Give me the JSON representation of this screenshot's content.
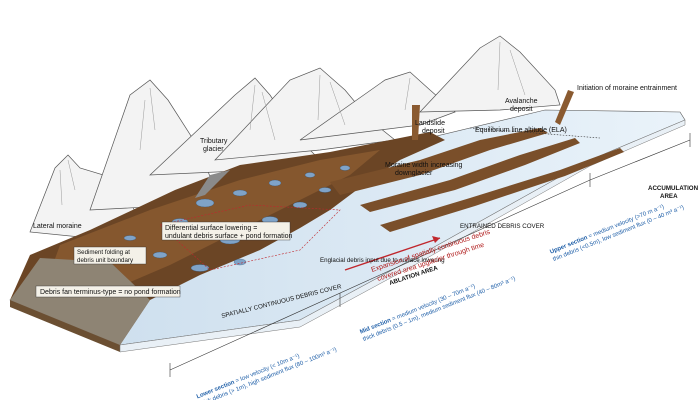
{
  "labels": {
    "lateral_moraine": "Lateral moraine",
    "tributary_glacier_1": "Tributary",
    "tributary_glacier_2": "glacier",
    "landslide_1": "Landslide",
    "landslide_2": "deposit",
    "avalanche_1": "Avalanche",
    "avalanche_2": "deposit",
    "initiation_moraine": "Initiation of moraine entrainment",
    "ela": "Equilibrium line altitude (ELA)",
    "moraine_width_1": "Moraine width increasing",
    "moraine_width_2": "downglacier",
    "differential_1": "Differential surface lowering =",
    "differential_2": "undulant debris surface + pond formation",
    "sediment_folding_1": "Sediment folding at",
    "sediment_folding_2": "debris unit boundary",
    "englacial": "Englacial debris input due to surface lowering",
    "entrained": "ENTRAINED DEBRIS COVER",
    "fan_terminus": "Debris fan terminus-type = no pond formation",
    "expansion_1": "Expansion of spatially continuous debris",
    "expansion_2": "covered area upglacier through time",
    "spatially_continuous": "SPATIALLY CONTINUOUS DEBRIS COVER",
    "ablation_area": "ABLATION AREA",
    "accumulation_1": "ACCUMULATION",
    "accumulation_2": "AREA"
  },
  "sections": {
    "upper_title": "Upper section",
    "upper_line1": " = medium velocity (>70 m a⁻¹)",
    "upper_line2": "thin debris (<0.5m), low sediment flux (0 – 40 m³ a⁻¹)",
    "mid_title": "Mid section",
    "mid_line1": " = medium velocity (30 – 70m a⁻¹)",
    "mid_line2": "thick debris (0.5 – 1m), medium sediment flux (40 – 80m³ a⁻¹)",
    "lower_title": "Lower section",
    "lower_line1": " = low velocity (< 10m a⁻¹)",
    "lower_line2": "thick debris (> 1m), high sediment flux (80 – 100m³ a⁻¹)"
  },
  "colors": {
    "debris_dark": "#6b4525",
    "debris_mid": "#8a5a30",
    "ice": "#dbe9f4",
    "pond": "#7fa3c8",
    "mountain": "#f2f2f2",
    "fan": "#8e8474",
    "arrow_red": "#c0272d",
    "section_text": "#1f5fa8"
  }
}
